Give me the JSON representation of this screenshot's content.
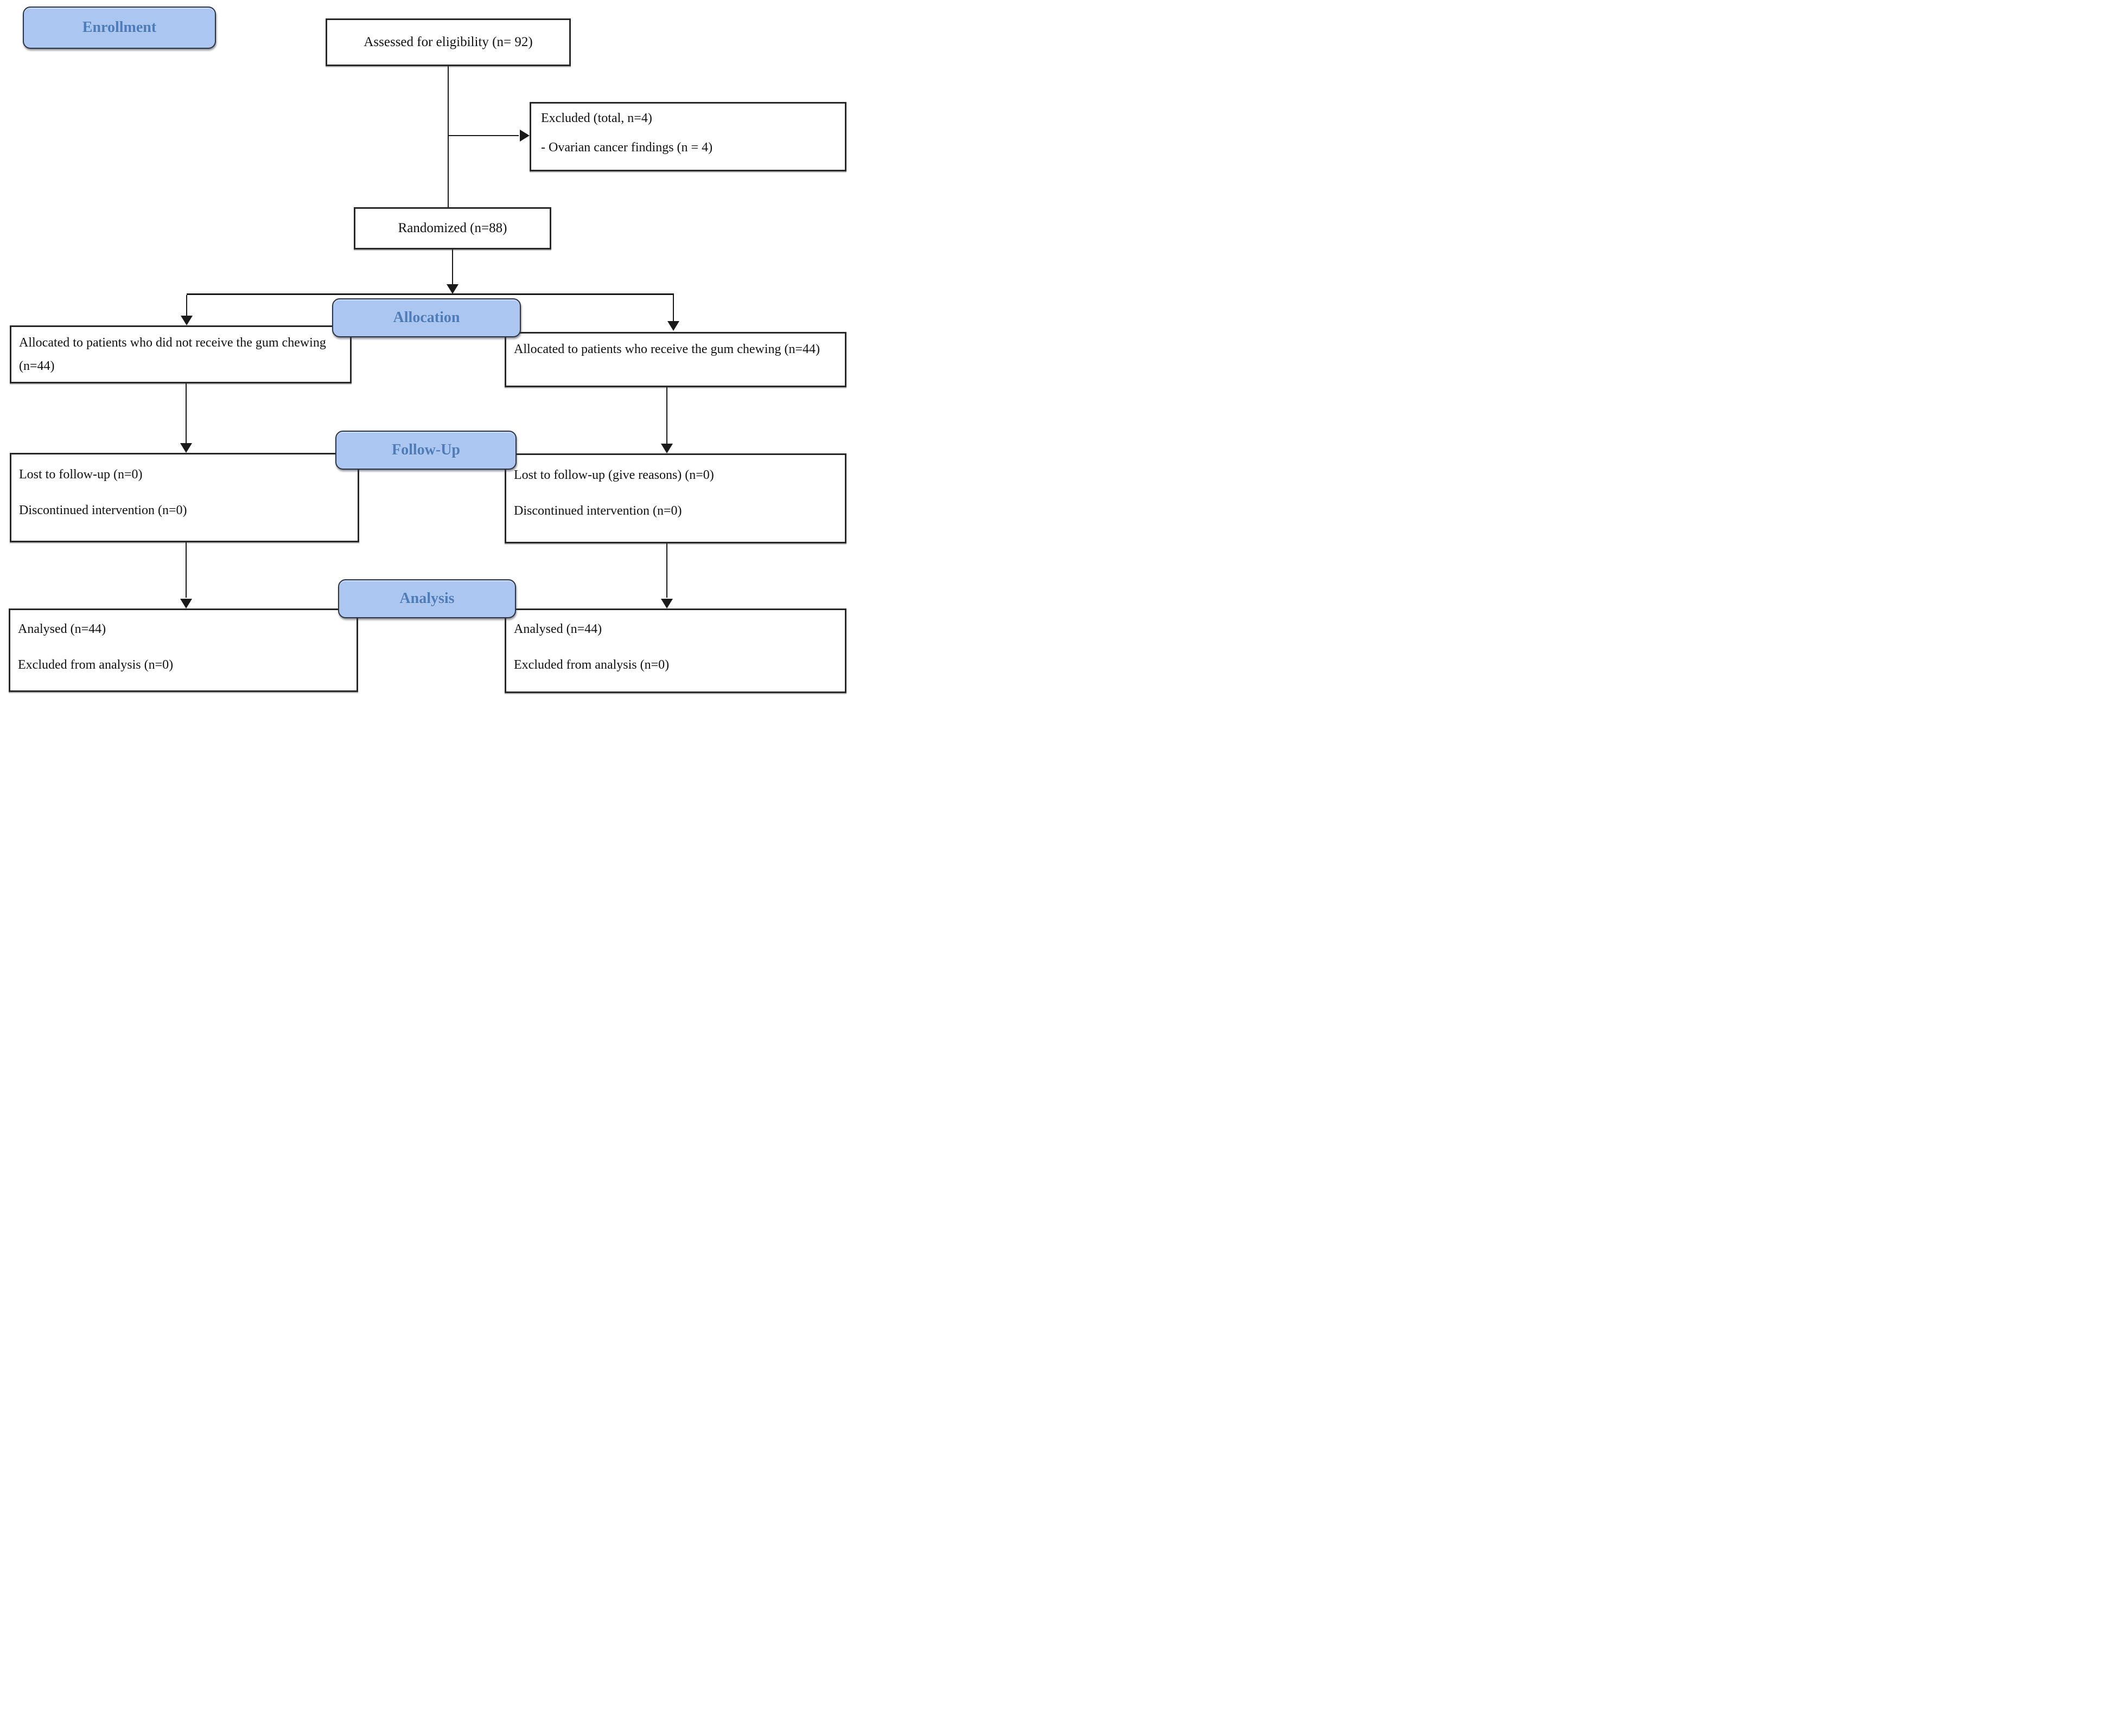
{
  "flowchart": {
    "stage_labels": {
      "enrollment": "Enrollment",
      "allocation": "Allocation",
      "followup": "Follow-Up",
      "analysis": "Analysis"
    },
    "enrollment": {
      "assessed": "Assessed for eligibility (n= 92)",
      "excluded": {
        "line1": "Excluded (total, n=4)",
        "line2": "- Ovarian cancer findings (n = 4)"
      },
      "randomized": "Randomized (n=88)"
    },
    "allocation": {
      "left": "Allocated to patients who did not receive the gum chewing (n=44)",
      "right": "Allocated to patients who receive the gum chewing (n=44)"
    },
    "followup": {
      "left": {
        "line1": "Lost to follow-up (n=0)",
        "line2": "Discontinued intervention (n=0)"
      },
      "right": {
        "line1": "Lost to follow-up (give reasons) (n=0)",
        "line2": "Discontinued intervention (n=0)"
      }
    },
    "analysis": {
      "left": {
        "line1": "Analysed (n=44)",
        "line2": "Excluded from analysis (n=0)"
      },
      "right": {
        "line1": "Analysed (n=44)",
        "line2": "Excluded from analysis (n=0)"
      }
    },
    "colors": {
      "stage_fill": "#AAC6F1",
      "stage_border": "#2D3340",
      "stage_text": "#4E7CB8",
      "box_border": "#282828",
      "line": "#1A1A1A"
    }
  }
}
